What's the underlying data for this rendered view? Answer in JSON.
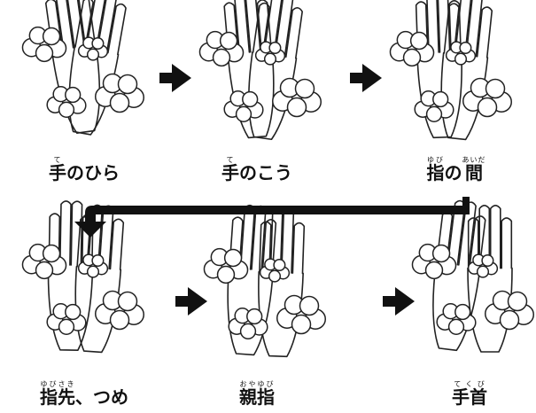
{
  "colors": {
    "ink": "#111111",
    "background": "#ffffff"
  },
  "steps": [
    {
      "id": "palms",
      "label": [
        {
          "t": "手",
          "r": "て"
        },
        {
          "t": "のひら",
          "r": ""
        }
      ]
    },
    {
      "id": "backs",
      "label": [
        {
          "t": "手",
          "r": "て"
        },
        {
          "t": "のこう",
          "r": ""
        }
      ]
    },
    {
      "id": "between",
      "label": [
        {
          "t": "指",
          "r": "ゆび"
        },
        {
          "t": "の",
          "r": ""
        },
        {
          "t": "間",
          "r": "あいだ"
        }
      ]
    },
    {
      "id": "fingertips",
      "label": [
        {
          "t": "指先",
          "r": "ゆびさき"
        },
        {
          "t": "、つめ",
          "r": ""
        }
      ]
    },
    {
      "id": "thumbs",
      "label": [
        {
          "t": "親指",
          "r": "おやゆび"
        }
      ]
    },
    {
      "id": "wrists",
      "label": [
        {
          "t": "手首",
          "r": "てくび"
        }
      ]
    }
  ],
  "icons": {
    "arrow": "right-arrow-icon",
    "connector": "return-arrow-icon"
  }
}
